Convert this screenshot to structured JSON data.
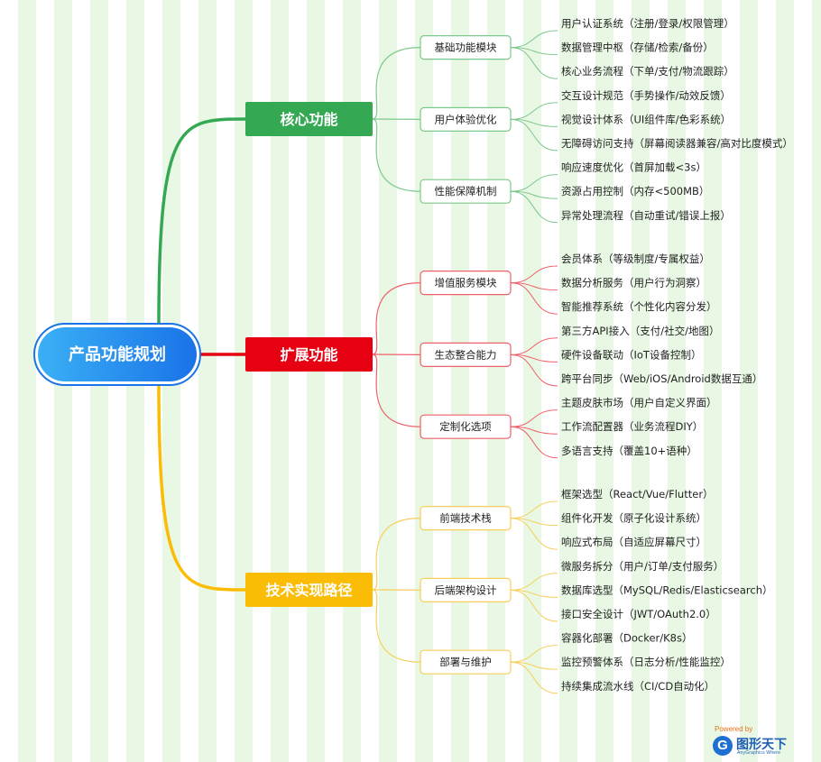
{
  "root": {
    "label": "产品功能规划"
  },
  "branches": [
    {
      "label": "核心功能",
      "color": "#34a853",
      "line_color": "#7cc88a",
      "subs": [
        {
          "label": "基础功能模块",
          "leaves": [
            "用户认证系统（注册/登录/权限管理）",
            "数据管理中枢（存储/检索/备份）",
            "核心业务流程（下单/支付/物流跟踪）"
          ]
        },
        {
          "label": "用户体验优化",
          "leaves": [
            "交互设计规范（手势操作/动效反馈）",
            "视觉设计体系（UI组件库/色彩系统）",
            "无障碍访问支持（屏幕阅读器兼容/高对比度模式）"
          ]
        },
        {
          "label": "性能保障机制",
          "leaves": [
            "响应速度优化（首屏加载<3s）",
            "资源占用控制（内存<500MB）",
            "异常处理流程（自动重试/错误上报）"
          ]
        }
      ]
    },
    {
      "label": "扩展功能",
      "color": "#e60012",
      "line_color": "#f0606a",
      "subs": [
        {
          "label": "增值服务模块",
          "leaves": [
            "会员体系（等级制度/专属权益）",
            "数据分析服务（用户行为洞察）",
            "智能推荐系统（个性化内容分发）"
          ]
        },
        {
          "label": "生态整合能力",
          "leaves": [
            "第三方API接入（支付/社交/地图）",
            "硬件设备联动（IoT设备控制）",
            "跨平台同步（Web/iOS/Android数据互通）"
          ]
        },
        {
          "label": "定制化选项",
          "leaves": [
            "主题皮肤市场（用户自定义界面）",
            "工作流配置器（业务流程DIY）",
            "多语言支持（覆盖10+语种）"
          ]
        }
      ]
    },
    {
      "label": "技术实现路径",
      "color": "#fbbc05",
      "line_color": "#f8cf5a",
      "subs": [
        {
          "label": "前端技术栈",
          "leaves": [
            "框架选型（React/Vue/Flutter）",
            "组件化开发（原子化设计系统）",
            "响应式布局（自适应屏幕尺寸）"
          ]
        },
        {
          "label": "后端架构设计",
          "leaves": [
            "微服务拆分（用户/订单/支付服务）",
            "数据库选型（MySQL/Redis/Elasticsearch）",
            "接口安全设计（JWT/OAuth2.0）"
          ]
        },
        {
          "label": "部署与维护",
          "leaves": [
            "容器化部署（Docker/K8s）",
            "监控预警体系（日志分析/性能监控）",
            "持续集成流水线（CI/CD自动化）"
          ]
        }
      ]
    }
  ],
  "logo": {
    "powered": "Powered by",
    "name": "图形天下",
    "tagline": "AnyGraphics Where",
    "icon": "G"
  }
}
